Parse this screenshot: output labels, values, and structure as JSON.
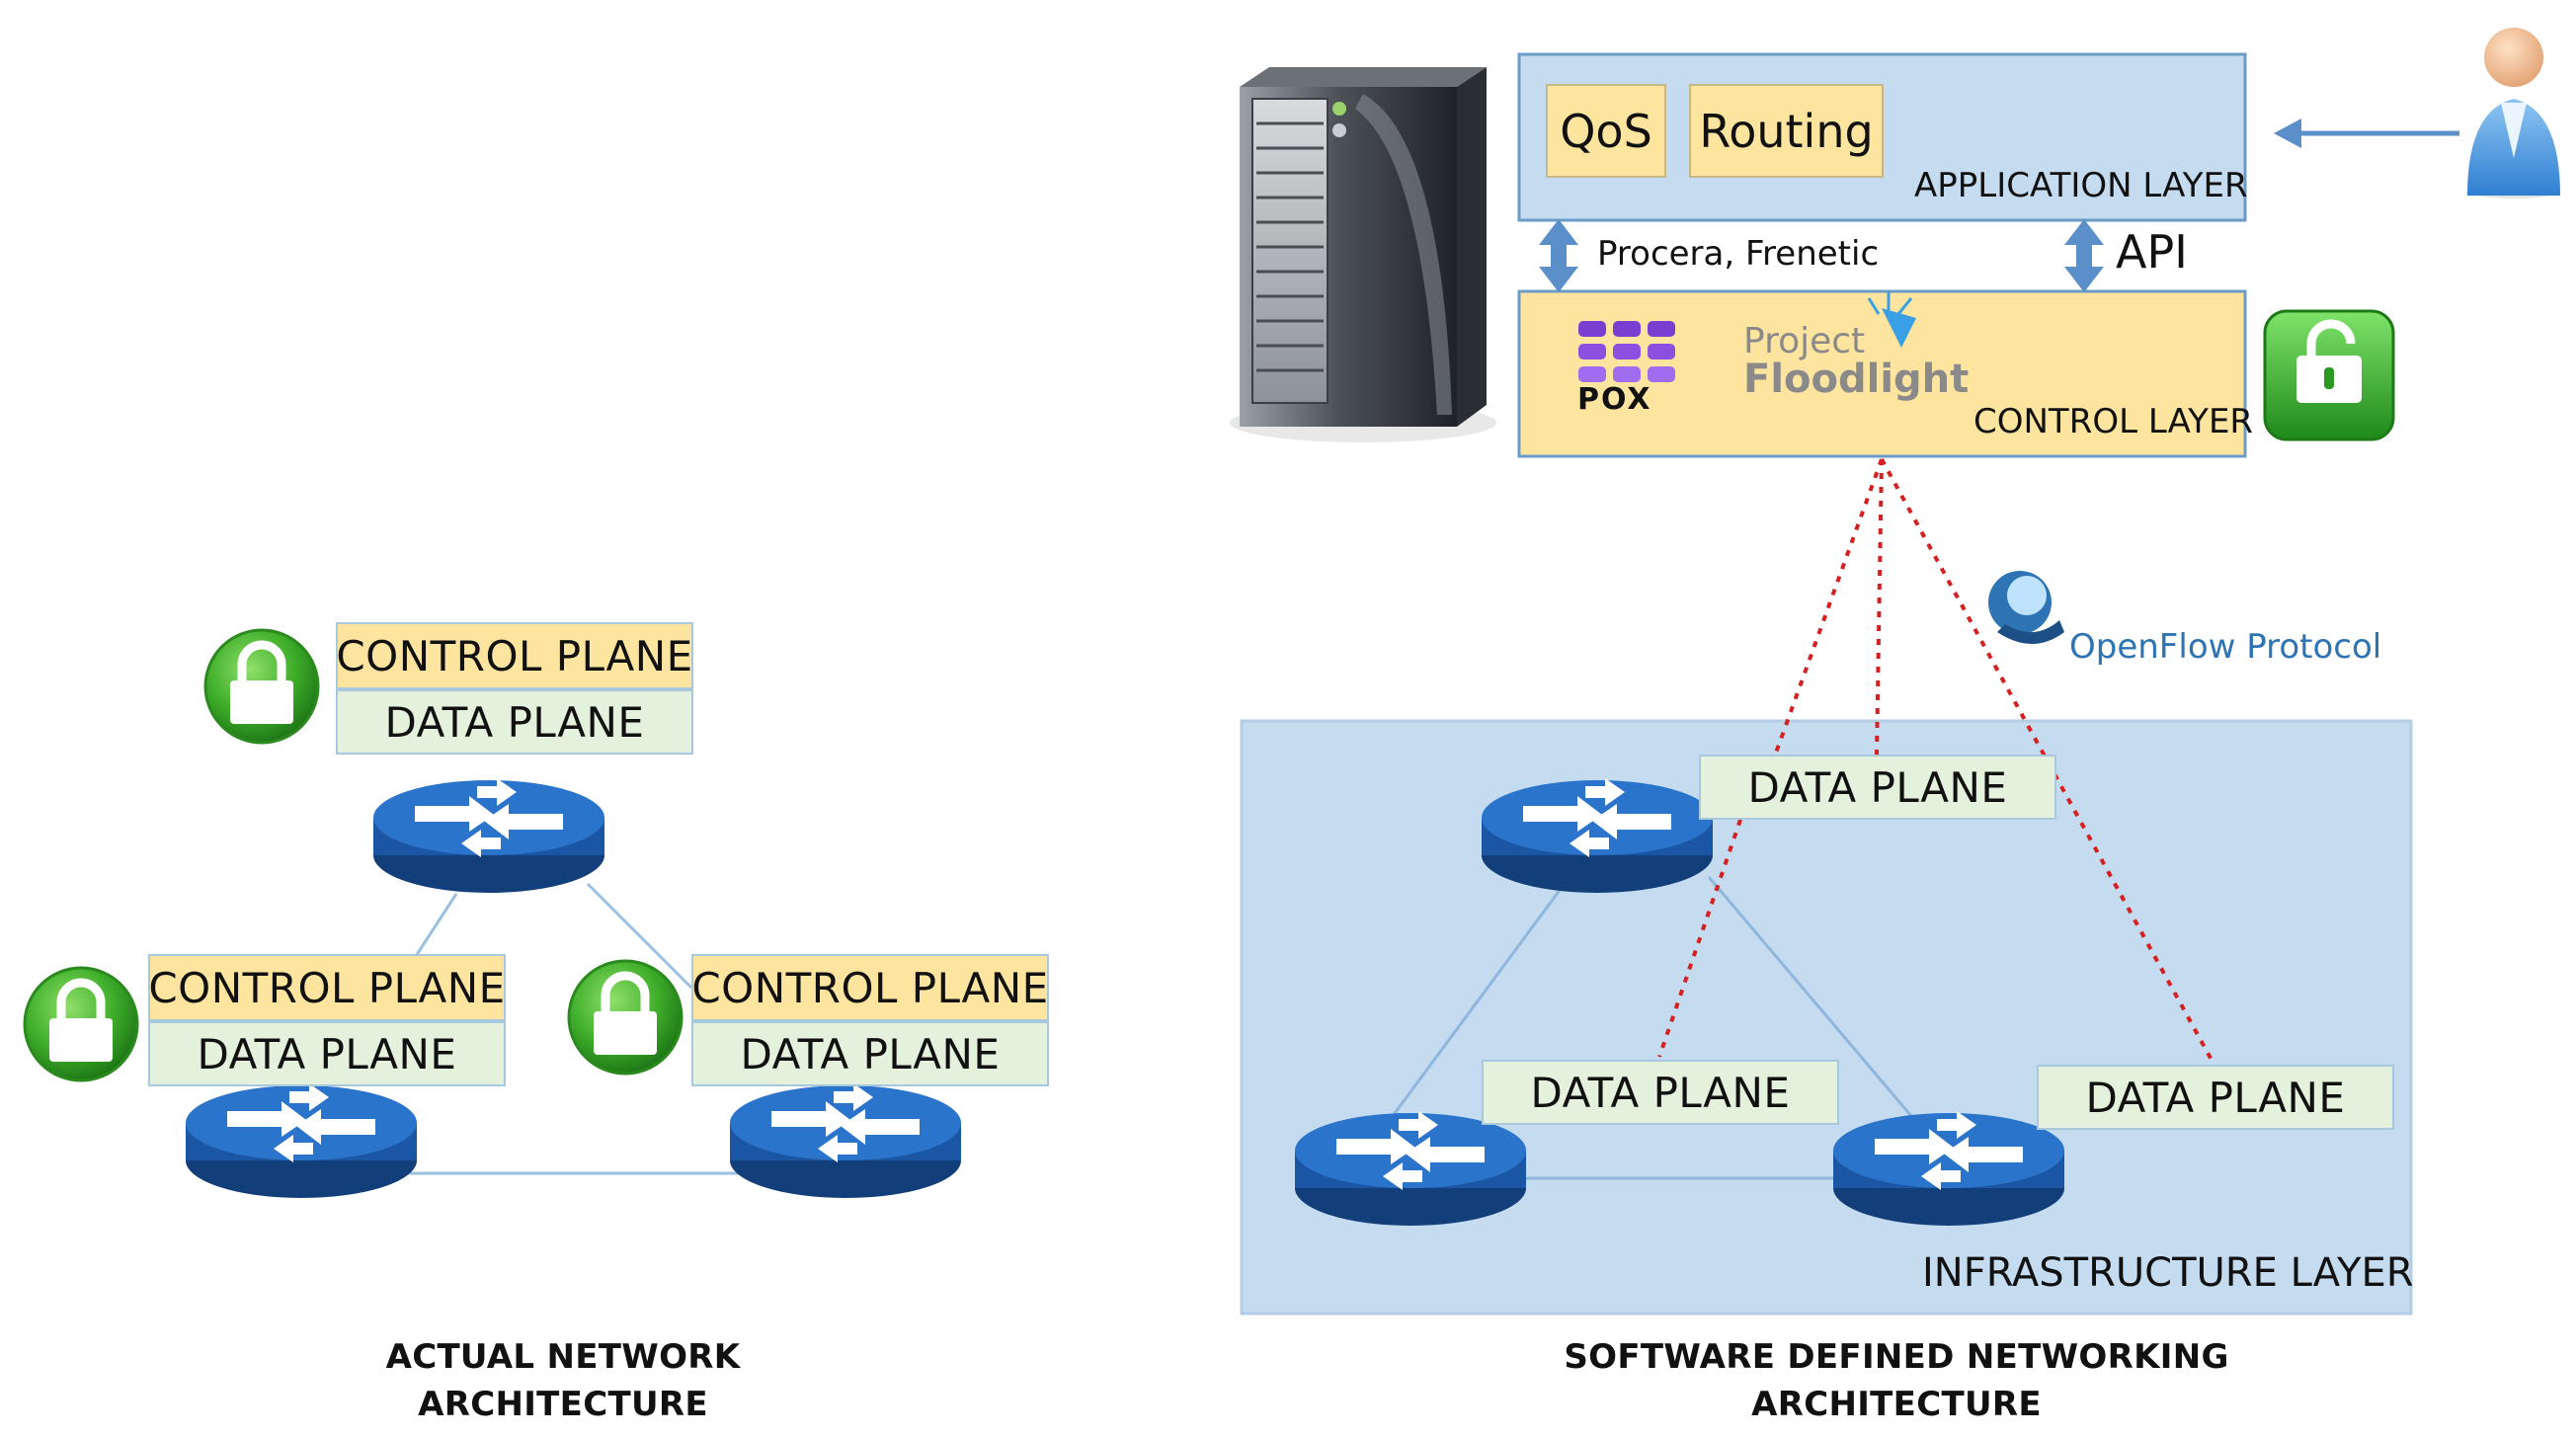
{
  "left_diagram": {
    "top_node": {
      "control": "CONTROL PLANE",
      "data": "DATA PLANE"
    },
    "left_node": {
      "control": "CONTROL PLANE",
      "data": "DATA PLANE"
    },
    "right_node": {
      "control": "CONTROL PLANE",
      "data": "DATA PLANE"
    },
    "caption_line1": "ACTUAL NETWORK",
    "caption_line2": "ARCHITECTURE"
  },
  "right_diagram": {
    "application_layer": {
      "label": "APPLICATION LAYER",
      "chips": [
        "QoS",
        "Routing"
      ]
    },
    "api_left_label": "Procera, Frenetic",
    "api_right_label": "API",
    "control_layer": {
      "label": "CONTROL LAYER",
      "pox_label": "POX",
      "floodlight_line1": "Project",
      "floodlight_line2": "Floodlight"
    },
    "openflow_label": "OpenFlow Protocol",
    "infrastructure_layer": {
      "label": "INFRASTRUCTURE LAYER",
      "data_planes": [
        "DATA PLANE",
        "DATA PLANE",
        "DATA PLANE"
      ]
    },
    "caption_line1": "SOFTWARE DEFINED NETWORKING",
    "caption_line2": "ARCHITECTURE"
  },
  "colors": {
    "control_plane": "#fde49f",
    "data_plane": "#e4f1dc",
    "layer_blue": "#c5dbef",
    "router_blue": "#1f63b6",
    "openflow_link": "#d42020",
    "lock_green": "#3fae2a",
    "openflow_text": "#2e74b5"
  },
  "icons": [
    "server-icon",
    "user-icon",
    "unlocked-padlock-icon",
    "padlock-icon",
    "router-icon",
    "openflow-logo-icon"
  ]
}
